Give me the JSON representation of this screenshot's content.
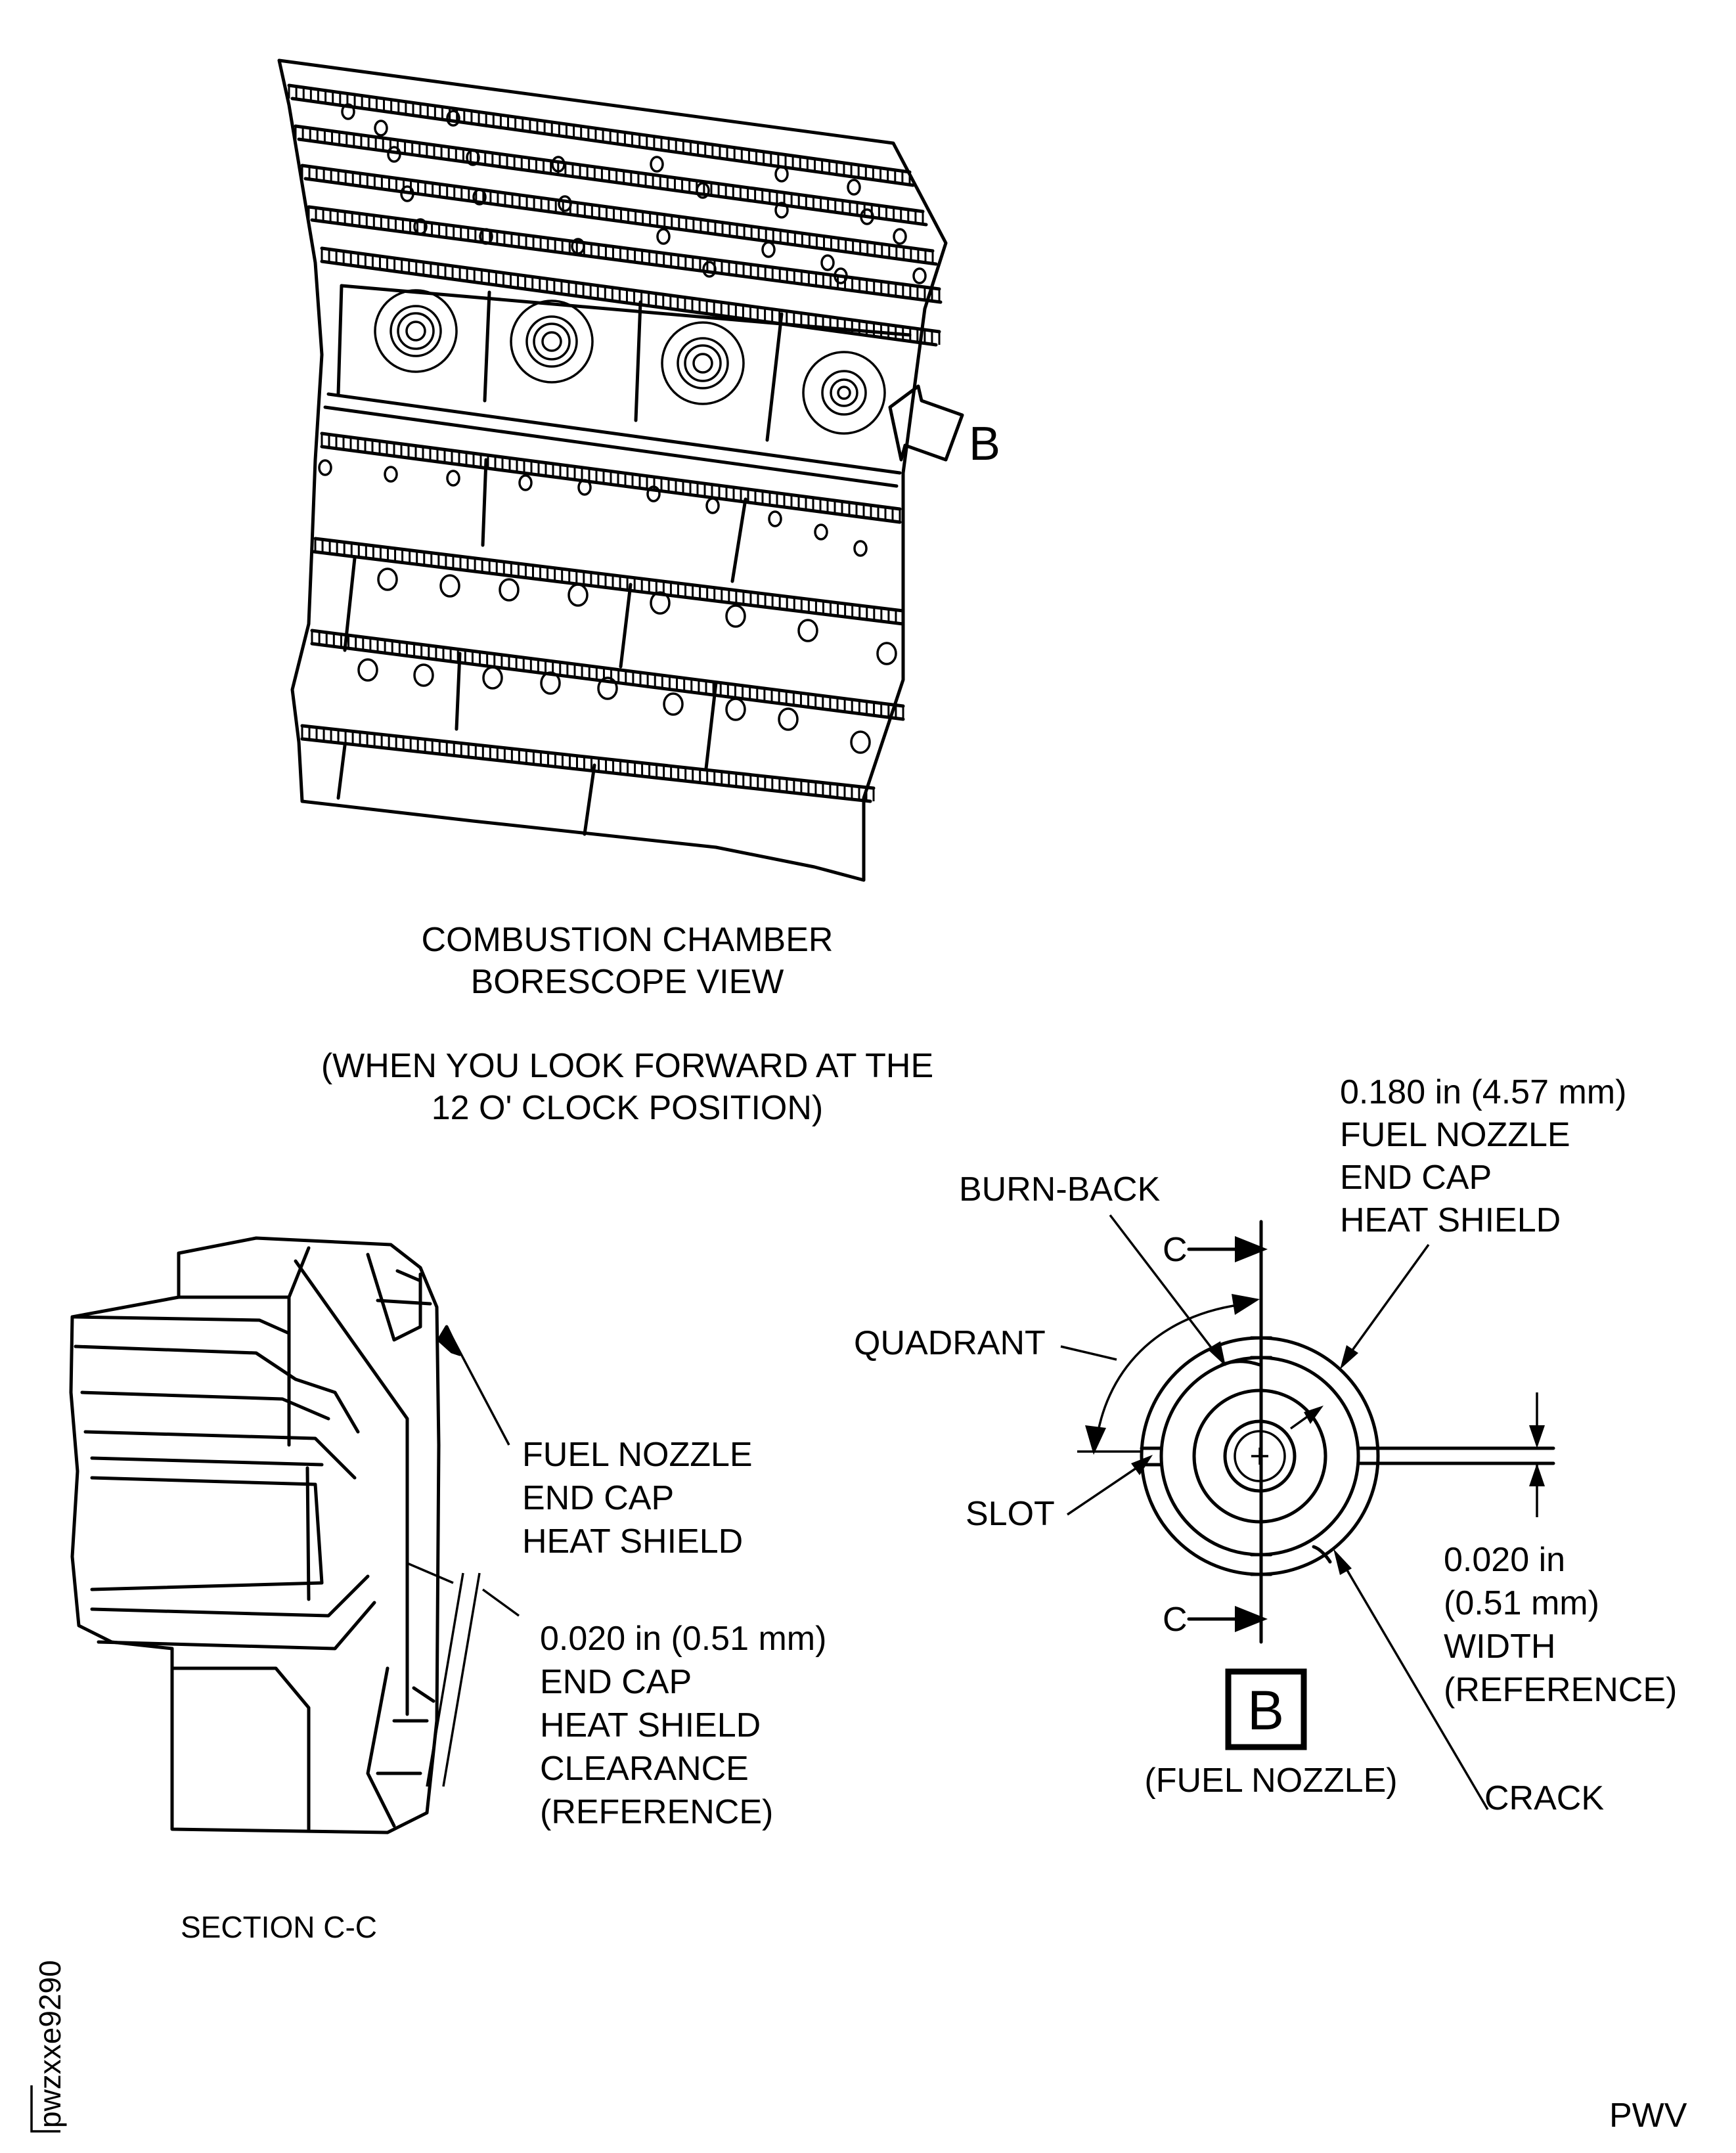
{
  "borescope_view": {
    "view_letter": "B",
    "title_line1": "COMBUSTION CHAMBER",
    "title_line2": "BORESCOPE VIEW",
    "note_line1": "(WHEN YOU LOOK FORWARD AT THE",
    "note_line2": "12 O' CLOCK POSITION)"
  },
  "section_cc": {
    "callout_shield": [
      "FUEL NOZZLE",
      "END CAP",
      "HEAT SHIELD"
    ],
    "callout_clearance": [
      "0.020 in (0.51 mm)",
      "END CAP",
      "HEAT SHIELD",
      "CLEARANCE",
      "(REFERENCE)"
    ],
    "title": "SECTION C-C"
  },
  "detail_b": {
    "shield_dim": [
      "0.180 in (4.57 mm)",
      "FUEL NOZZLE",
      "END CAP",
      "HEAT SHIELD"
    ],
    "burn_back": "BURN-BACK",
    "quadrant": "QUADRANT",
    "slot": "SLOT",
    "section_mark_top": "C",
    "section_mark_bottom": "C",
    "width_dim": [
      "0.020 in",
      "(0.51 mm)",
      "WIDTH",
      "(REFERENCE)"
    ],
    "crack": "CRACK",
    "box_letter": "B",
    "caption": "(FUEL NOZZLE)"
  },
  "figure_id": "pwzxxe9290",
  "footer_code": "PWV"
}
